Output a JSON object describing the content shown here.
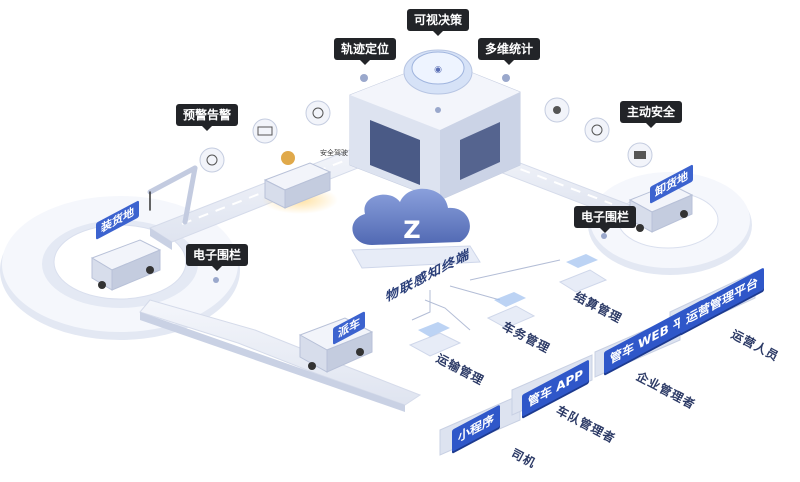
{
  "callouts": {
    "visual": "可视决策",
    "track": "轨迹定位",
    "stats": "多维统计",
    "warning": "预警告警",
    "safety": "主动安全",
    "fence_left": "电子围栏",
    "fence_right": "电子围栏"
  },
  "scene_tags": {
    "loading": "装货地",
    "unloading": "卸货地",
    "dispatch": "派车",
    "road_small": "安全驾驶"
  },
  "terminal": {
    "label": "物联感知终端"
  },
  "modules": {
    "transport": "运输管理",
    "vehicle": "车务管理",
    "settlement": "结算管理"
  },
  "apps": {
    "mini_program": "小程序",
    "app": "管车 APP",
    "web": "管车 WEB 平台",
    "ops": "运营管理平台"
  },
  "roles": {
    "driver": "司机",
    "fleet": "车队管理者",
    "enterprise": "企业管理者",
    "operator": "运营人员"
  },
  "colors": {
    "accent": "#2f57c9",
    "callout_bg": "#222428",
    "platform": "#eef1f8",
    "cloud": "#6f86c9"
  }
}
